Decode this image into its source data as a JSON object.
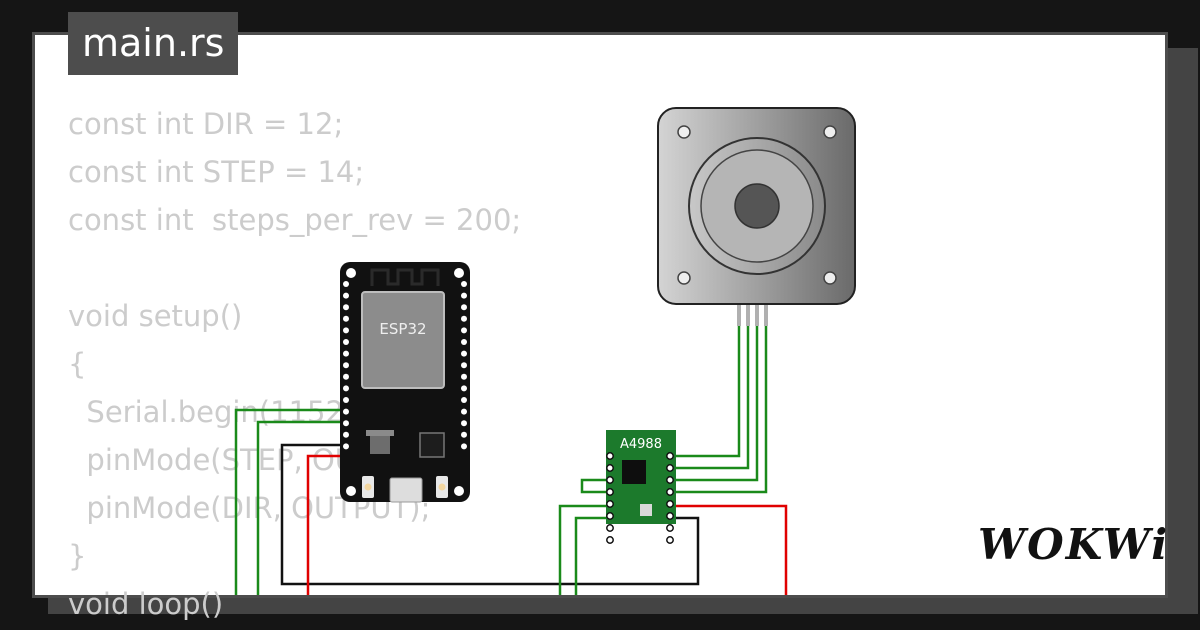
{
  "editor": {
    "file_tab": "main.rs",
    "code_lines": [
      "const int DIR = 12;",
      "const int STEP = 14;",
      "const int  steps_per_rev = 200;",
      "",
      "void setup()",
      "{",
      "  Serial.begin(115200);",
      "  pinMode(STEP, OUTPUT);",
      "  pinMode(DIR, OUTPUT);",
      "}",
      "void loop()"
    ]
  },
  "components": {
    "mcu_label": "ESP32",
    "driver_label": "A4988"
  },
  "brand": {
    "logo_text": "WOKWi"
  },
  "colors": {
    "wire_green": "#1a8a1a",
    "wire_red": "#e00000",
    "wire_black": "#111111",
    "driver_board": "#1c7a2c",
    "mcu_board": "#111111"
  }
}
